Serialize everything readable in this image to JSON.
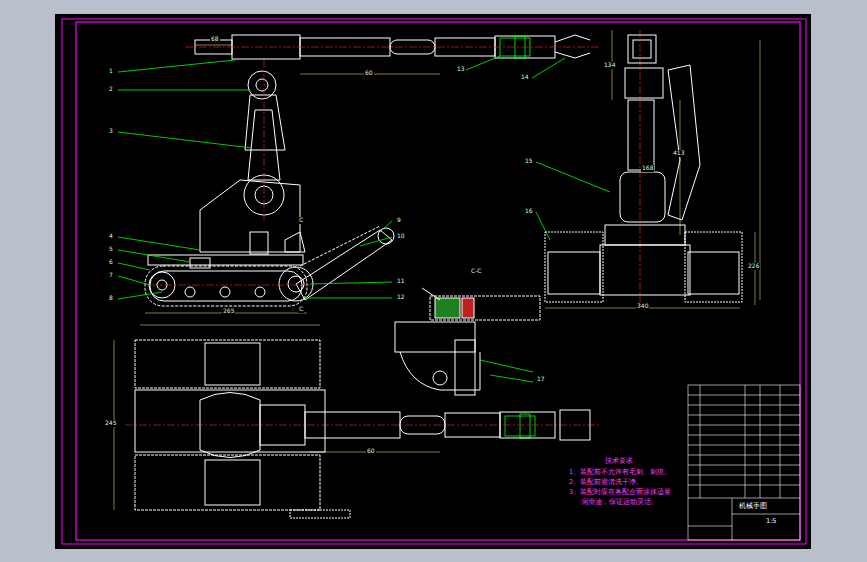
{
  "diagram": {
    "labels": [
      "1",
      "2",
      "3",
      "4",
      "5",
      "6",
      "7",
      "8",
      "9",
      "10",
      "11",
      "12",
      "13",
      "14",
      "15",
      "16",
      "17",
      "C",
      "C",
      "C-C",
      "60",
      "68",
      "134",
      "413",
      "168",
      "226",
      "340",
      "265",
      "245",
      "60",
      "技术要求",
      "1、装配前不允许有毛刺、刺痕。",
      "2、装配前需清洗干净。",
      "3、装配时应在各配合面涂抹适量",
      "润滑油，保证运动灵活。",
      "机械手图",
      "1:5"
    ]
  }
}
